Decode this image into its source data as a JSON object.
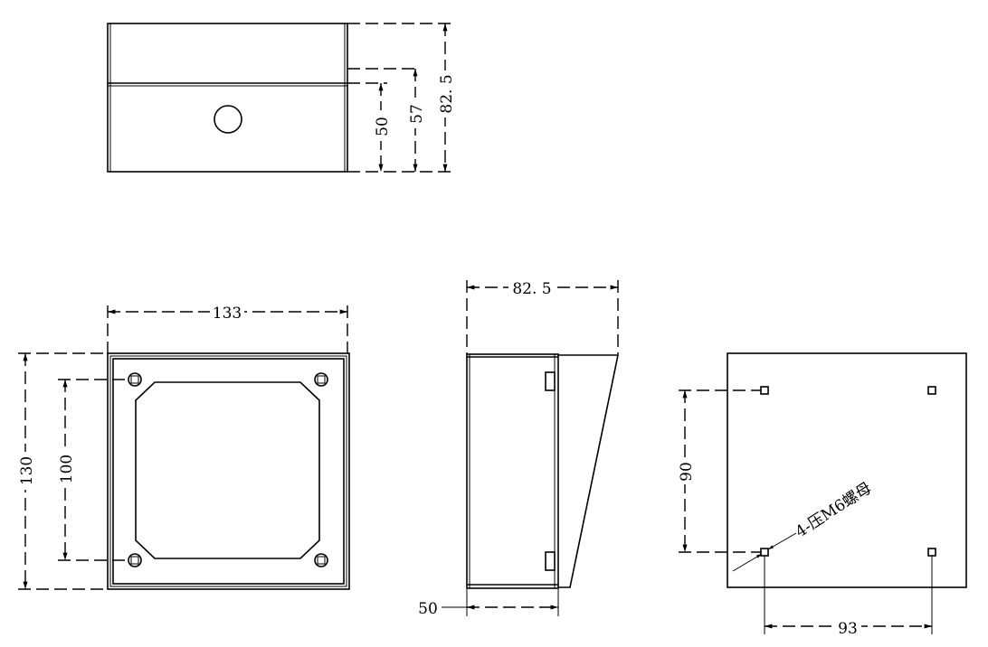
{
  "title": "Enclosure technical drawing",
  "colors": {
    "line": "#000000",
    "background": "#ffffff"
  },
  "top_view": {
    "dims": {
      "d50": "50",
      "d57": "57",
      "d82_5": "82. 5"
    }
  },
  "front_view": {
    "dims": {
      "width": "133",
      "height": "130",
      "bolt_spacing": "100"
    }
  },
  "side_view": {
    "dims": {
      "depth": "82. 5",
      "base": "50"
    }
  },
  "rear_view": {
    "dims": {
      "vertical": "90",
      "horizontal": "93"
    },
    "note": "4-压M6螺母"
  }
}
